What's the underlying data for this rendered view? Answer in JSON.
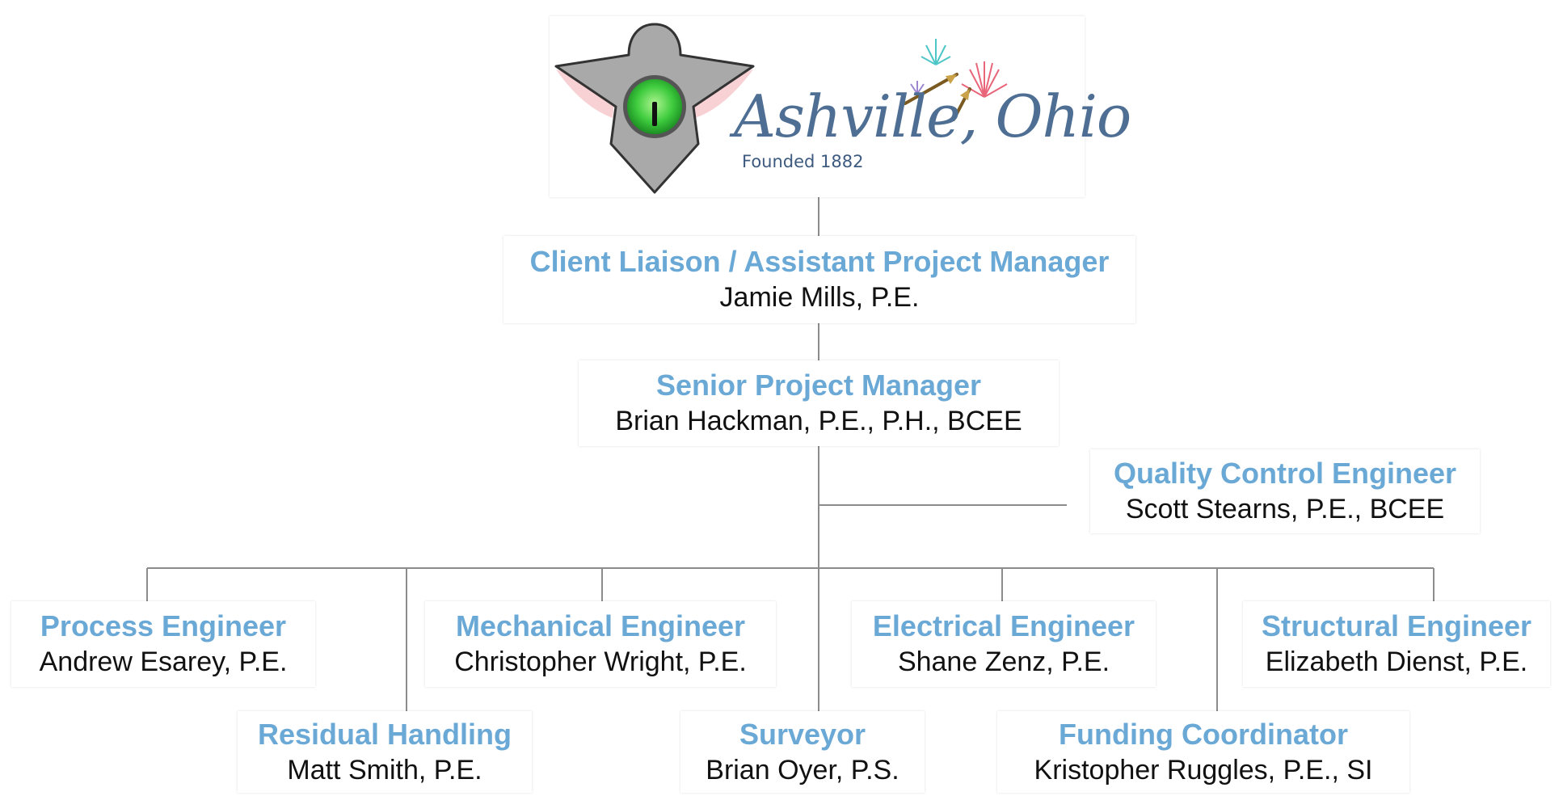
{
  "logo": {
    "town_name": "Ashville, Ohio",
    "founded": "Founded 1882",
    "colors": {
      "shield": "#a9a9a9",
      "eye": "#3ecb3e",
      "script": "#4e6f93",
      "firework_pink": "#e9667a",
      "firework_teal": "#4fc7c8",
      "firework_purple": "#9b86cf"
    }
  },
  "colors": {
    "role": "#6aa8d6",
    "name": "#111111",
    "line": "#8c8c8c"
  },
  "chart_data": {
    "type": "org-chart",
    "root": "Ashville, Ohio",
    "nodes": [
      {
        "id": "liaison",
        "role": "Client Liaison / Assistant Project Manager",
        "name": "Jamie Mills, P.E.",
        "reports_to": "Ashville, Ohio"
      },
      {
        "id": "spm",
        "role": "Senior Project Manager",
        "name": "Brian Hackman, P.E., P.H., BCEE",
        "reports_to": "liaison"
      },
      {
        "id": "qc",
        "role": "Quality Control Engineer",
        "name": "Scott Stearns, P.E., BCEE",
        "reports_to": "spm"
      },
      {
        "id": "process",
        "role": "Process Engineer",
        "name": "Andrew Esarey, P.E.",
        "reports_to": "spm"
      },
      {
        "id": "residual",
        "role": "Residual Handling",
        "name": "Matt Smith, P.E.",
        "reports_to": "spm"
      },
      {
        "id": "mechanical",
        "role": "Mechanical Engineer",
        "name": "Christopher Wright, P.E.",
        "reports_to": "spm"
      },
      {
        "id": "surveyor",
        "role": "Surveyor",
        "name": "Brian Oyer, P.S.",
        "reports_to": "spm"
      },
      {
        "id": "electrical",
        "role": "Electrical Engineer",
        "name": "Shane Zenz, P.E.",
        "reports_to": "spm"
      },
      {
        "id": "funding",
        "role": "Funding Coordinator",
        "name": "Kristopher Ruggles, P.E., SI",
        "reports_to": "spm"
      },
      {
        "id": "structural",
        "role": "Structural Engineer",
        "name": "Elizabeth Dienst, P.E.",
        "reports_to": "spm"
      }
    ]
  }
}
